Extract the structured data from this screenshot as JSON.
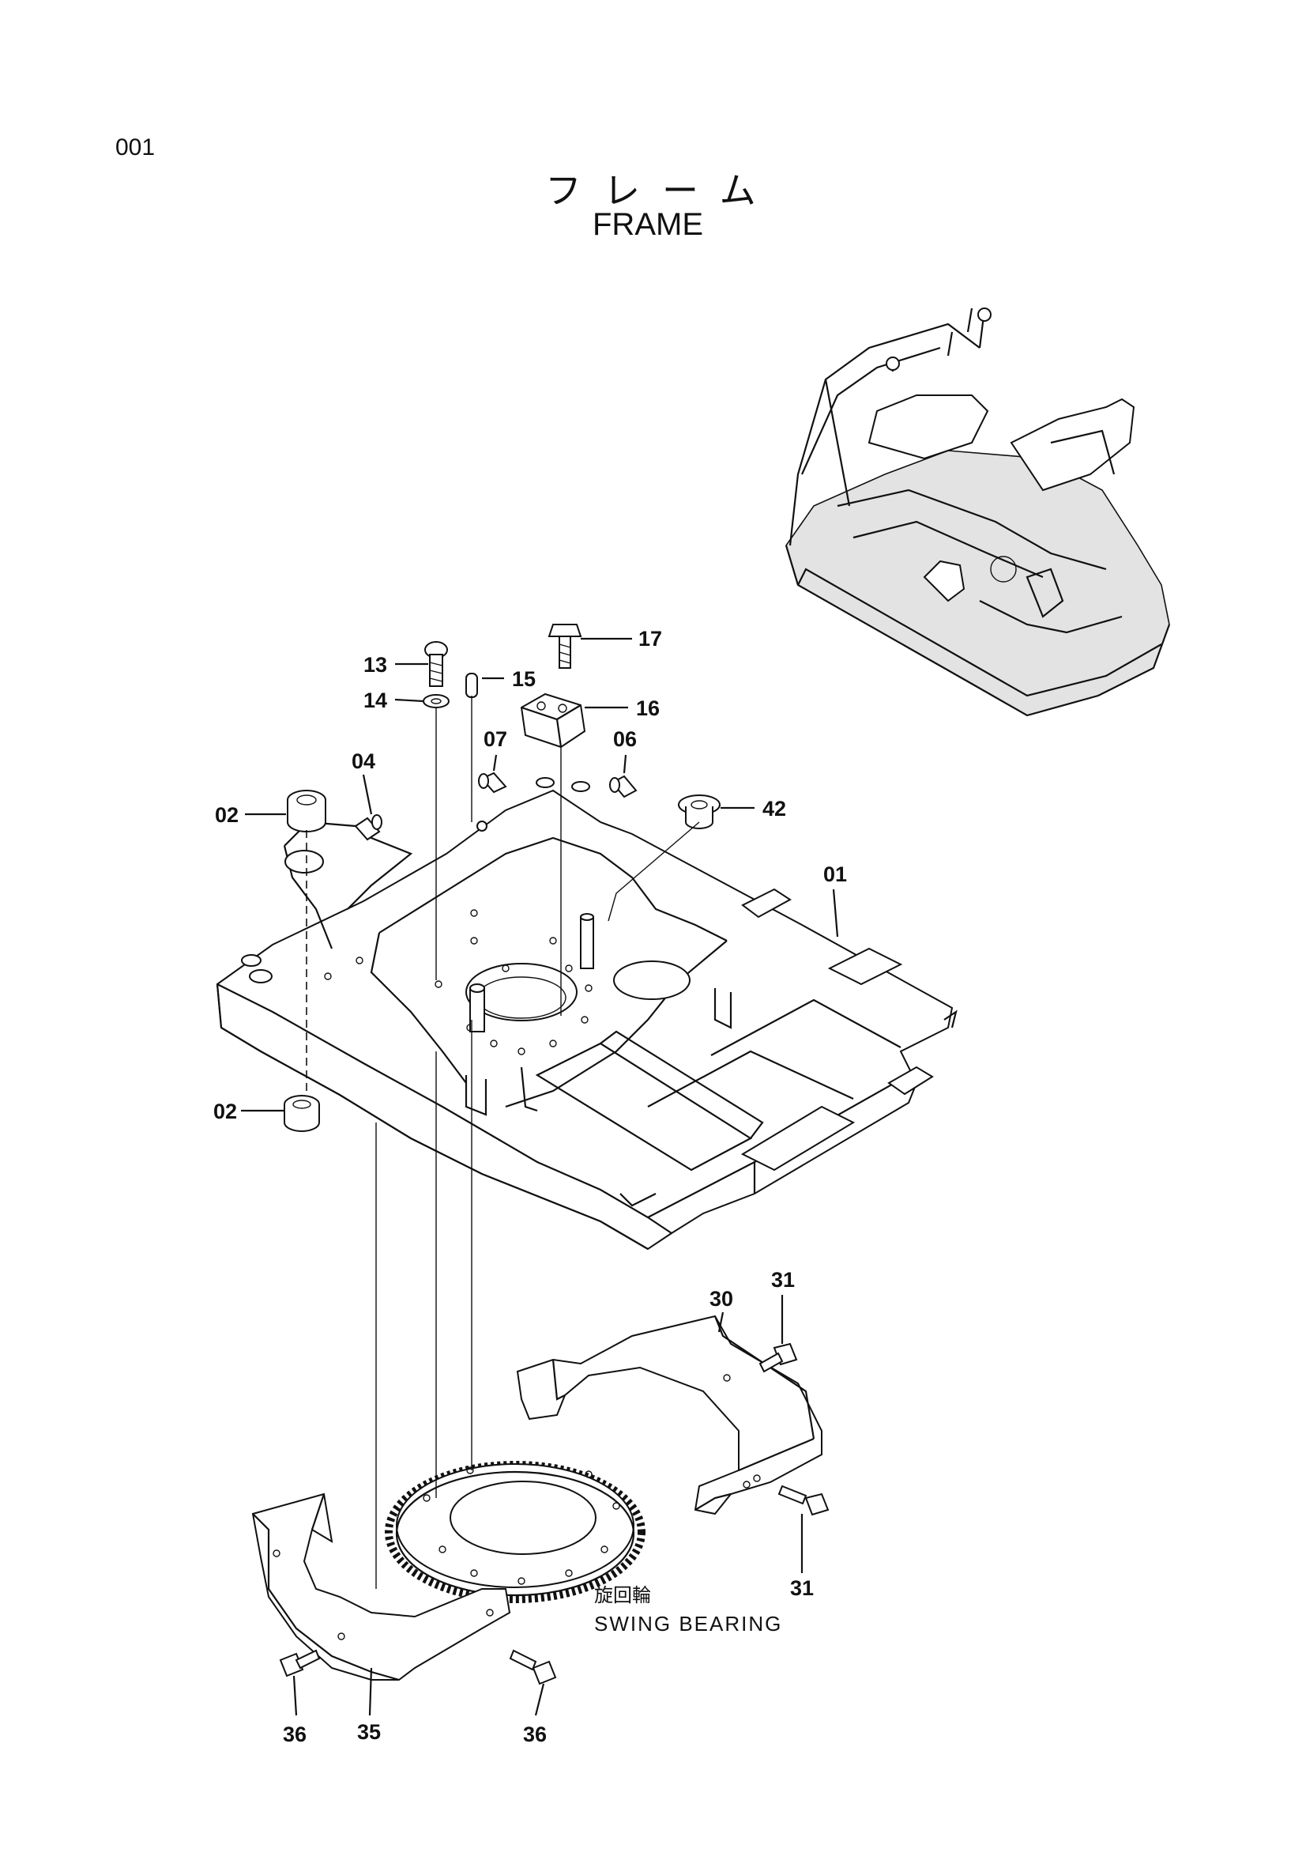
{
  "page": {
    "number": "001"
  },
  "title": {
    "jp": "フレーム",
    "en": "FRAME"
  },
  "caption": {
    "jp": "旋回輪",
    "en": "SWING BEARING"
  },
  "labels": {
    "p01": "01",
    "p02a": "02",
    "p02b": "02",
    "p04": "04",
    "p06": "06",
    "p07": "07",
    "p13": "13",
    "p14": "14",
    "p15": "15",
    "p16": "16",
    "p17": "17",
    "p30": "30",
    "p31a": "31",
    "p31b": "31",
    "p35": "35",
    "p36a": "36",
    "p36b": "36",
    "p42": "42"
  }
}
